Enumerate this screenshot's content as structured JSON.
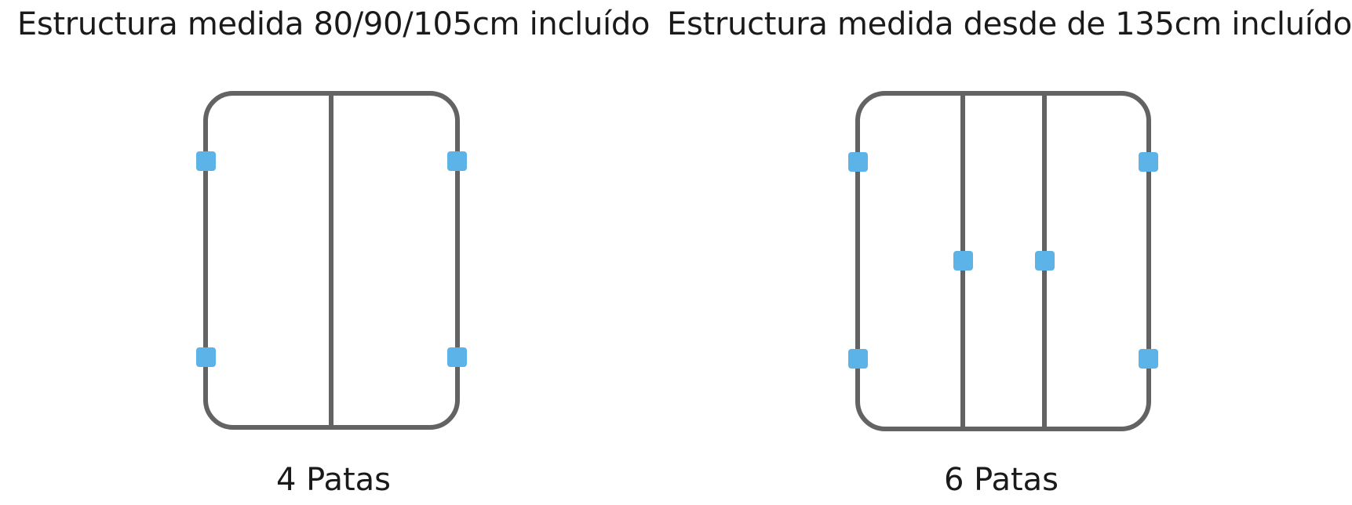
{
  "colors": {
    "frame": "#636363",
    "leg": "#5cb3e8",
    "text": "#1a1a1a",
    "background": "#ffffff"
  },
  "left": {
    "title": "Estructura medida 80/90/105cm incluído",
    "caption": "4 Patas",
    "legs": 4
  },
  "right": {
    "title": "Estructura medida desde de 135cm incluído",
    "caption": "6 Patas",
    "legs": 6
  }
}
